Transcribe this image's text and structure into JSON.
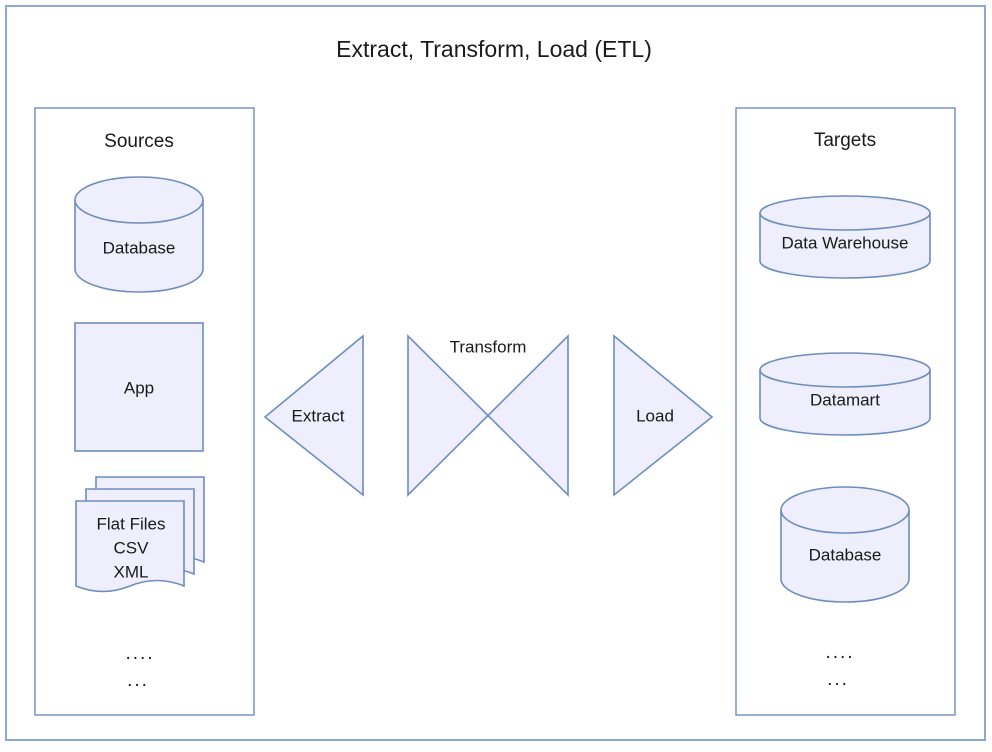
{
  "diagram": {
    "title": "Extract, Transform, Load (ETL)",
    "colors": {
      "shape_fill": "#eeeefc",
      "shape_stroke": "#6c8ebf",
      "frame_stroke": "#8ba9d0",
      "text": "#1a1a1a",
      "background": "#ffffff"
    },
    "sources_panel": {
      "title": "Sources",
      "nodes": [
        {
          "id": "source-database",
          "label": "Database",
          "shape": "cylinder"
        },
        {
          "id": "source-app",
          "label": "App",
          "shape": "rectangle"
        },
        {
          "id": "source-flat-files",
          "label_line1": "Flat Files",
          "label_line2": "CSV",
          "label_line3": "XML",
          "shape": "stacked-document"
        }
      ],
      "ellipsis_line1": "....",
      "ellipsis_line2": "..."
    },
    "process": {
      "steps": [
        {
          "id": "extract",
          "label": "Extract",
          "shape": "triangle-left"
        },
        {
          "id": "transform",
          "label": "Transform",
          "shape": "bowtie"
        },
        {
          "id": "load",
          "label": "Load",
          "shape": "triangle-right"
        }
      ]
    },
    "targets_panel": {
      "title": "Targets",
      "nodes": [
        {
          "id": "target-data-warehouse",
          "label": "Data Warehouse",
          "shape": "cylinder-wide"
        },
        {
          "id": "target-datamart",
          "label": "Datamart",
          "shape": "cylinder-wide"
        },
        {
          "id": "target-database",
          "label": "Database",
          "shape": "cylinder"
        }
      ],
      "ellipsis_line1": "....",
      "ellipsis_line2": "..."
    }
  }
}
